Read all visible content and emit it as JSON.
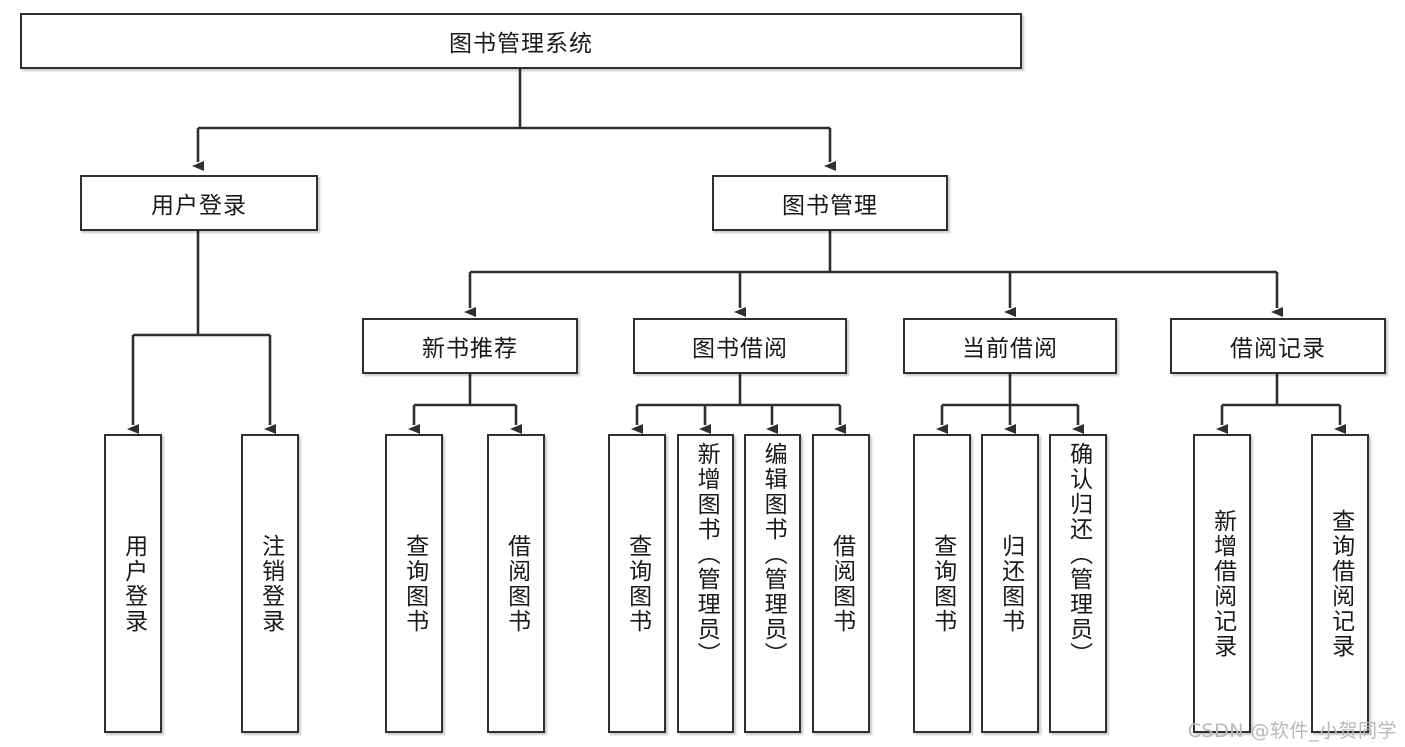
{
  "diagram": {
    "title": "图书管理系统",
    "type": "tree-hierarchy-diagram",
    "watermark": "CSDN @软件_小贺同学",
    "accent_color": "#2f2f2f",
    "background_color": "#ffffff",
    "nodes": {
      "root": {
        "label": "图书管理系统"
      },
      "level2": [
        {
          "label": "用户登录"
        },
        {
          "label": "图书管理"
        }
      ],
      "level3": [
        {
          "label": "新书推荐"
        },
        {
          "label": "图书借阅"
        },
        {
          "label": "当前借阅"
        },
        {
          "label": "借阅记录"
        }
      ],
      "leaves_user_login": [
        {
          "label": "用户登录"
        },
        {
          "label": "注销登录"
        }
      ],
      "leaves_new_book": [
        {
          "label": "查询图书"
        },
        {
          "label": "借阅图书"
        }
      ],
      "leaves_book_borrow": [
        {
          "label": "查询图书"
        },
        {
          "label": "新增图书（管理员）"
        },
        {
          "label": "编辑图书（管理员）"
        },
        {
          "label": "借阅图书"
        }
      ],
      "leaves_current_borrow": [
        {
          "label": "查询图书"
        },
        {
          "label": "归还图书"
        },
        {
          "label": "确认归还（管理员）"
        }
      ],
      "leaves_borrow_record": [
        {
          "label": "新增借阅记录"
        },
        {
          "label": "查询借阅记录"
        }
      ]
    }
  }
}
